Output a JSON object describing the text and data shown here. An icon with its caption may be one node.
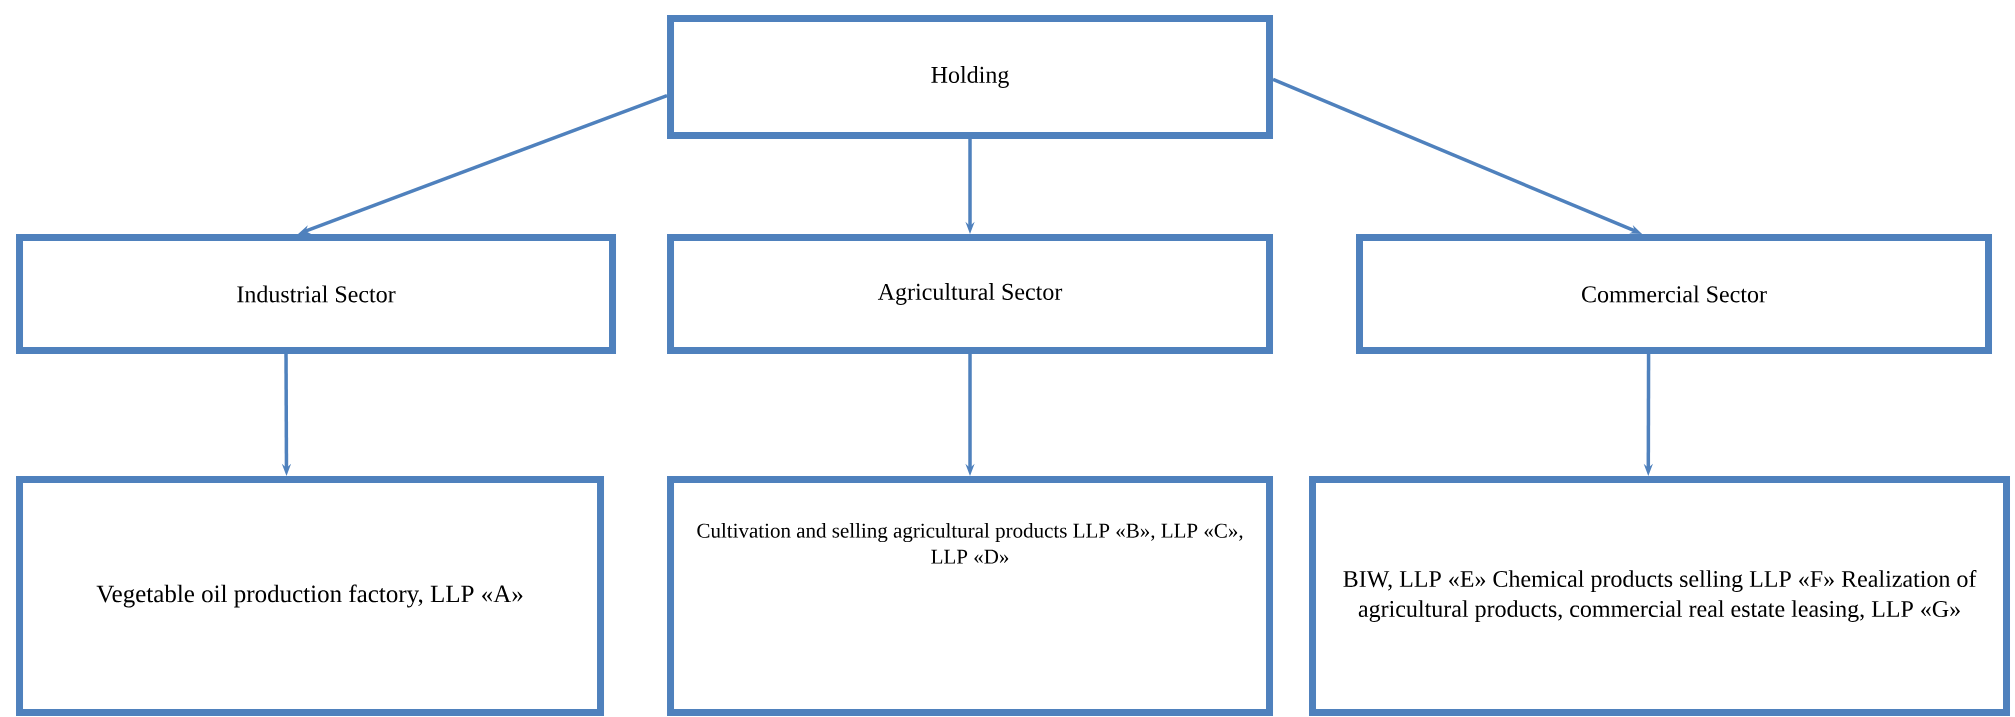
{
  "diagram": {
    "nodes": [
      {
        "text": [
          "Holding"
        ]
      },
      {
        "text": [
          "Industrial Sector"
        ]
      },
      {
        "text": [
          "Agricultural Sector"
        ]
      },
      {
        "text": [
          "Commercial Sector"
        ]
      },
      {
        "text": [
          "Vegetable oil production factory, LLP «A»"
        ]
      },
      {
        "text": [
          "Cultivation and selling agricultural products LLP «B», LLP «C», LLP «D»"
        ]
      },
      {
        "text": [
          "BIW, LLP «E» Chemical products selling LLP «F» Realization of agricultural products, commercial real estate leasing, LLP «G»"
        ]
      }
    ],
    "edges": [
      {
        "from": 0,
        "to": 1,
        "arrow": "to"
      },
      {
        "from": 0,
        "to": 2,
        "arrow": "to"
      },
      {
        "from": 0,
        "to": 3,
        "arrow": "to"
      },
      {
        "from": 1,
        "to": 4,
        "arrow": "to"
      },
      {
        "from": 2,
        "to": 5,
        "arrow": "to"
      },
      {
        "from": 3,
        "to": 6,
        "arrow": "to"
      }
    ]
  }
}
